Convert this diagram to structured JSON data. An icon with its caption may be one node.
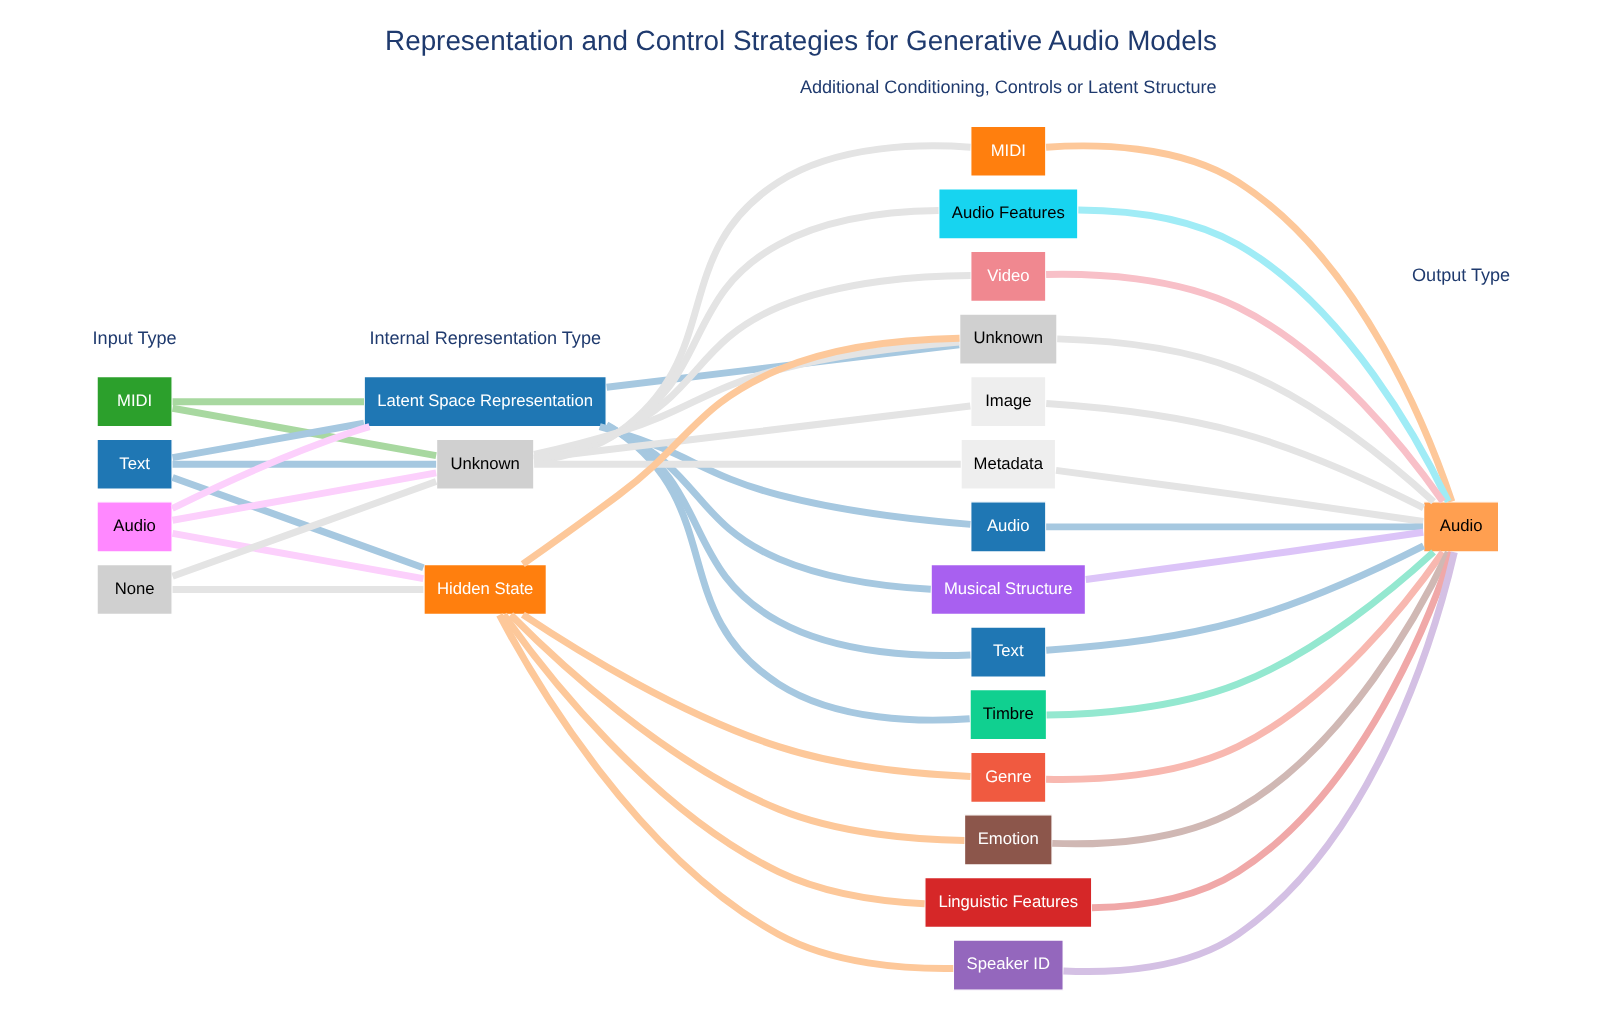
{
  "diagram": {
    "title": "Representation and Control Strategies for Generative Audio Models",
    "nodes": [
      {
        "text": [
          "MIDI"
        ]
      },
      {
        "text": [
          "Text"
        ]
      },
      {
        "text": [
          "Audio"
        ]
      },
      {
        "text": [
          "None"
        ]
      },
      {
        "text": [
          "Latent Space Representation"
        ]
      },
      {
        "text": [
          "Unknown"
        ]
      },
      {
        "text": [
          "Hidden State"
        ]
      },
      {
        "text": [
          "MIDI"
        ]
      },
      {
        "text": [
          "Audio Features"
        ]
      },
      {
        "text": [
          "Video"
        ]
      },
      {
        "text": [
          "Unknown"
        ]
      },
      {
        "text": [
          "Image"
        ]
      },
      {
        "text": [
          "Metadata"
        ]
      },
      {
        "text": [
          "Audio"
        ]
      },
      {
        "text": [
          "Musical Structure"
        ]
      },
      {
        "text": [
          "Text"
        ]
      },
      {
        "text": [
          "Timbre"
        ]
      },
      {
        "text": [
          "Genre"
        ]
      },
      {
        "text": [
          "Emotion"
        ]
      },
      {
        "text": [
          "Linguistic Features"
        ]
      },
      {
        "text": [
          "Speaker ID"
        ]
      },
      {
        "text": [
          "Audio"
        ]
      }
    ],
    "edges": [
      {
        "from": 0,
        "to": 4,
        "arrow": "none",
        "color": "#a8d8a0"
      },
      {
        "from": 0,
        "to": 5,
        "arrow": "none",
        "color": "#a8d8a0"
      },
      {
        "from": 1,
        "to": 4,
        "arrow": "none",
        "color": "#a6c8e0"
      },
      {
        "from": 1,
        "to": 5,
        "arrow": "none",
        "color": "#a6c8e0"
      },
      {
        "from": 1,
        "to": 6,
        "arrow": "none",
        "color": "#a6c8e0"
      },
      {
        "from": 2,
        "to": 4,
        "arrow": "none",
        "color": "#fcd0fc"
      },
      {
        "from": 2,
        "to": 5,
        "arrow": "none",
        "color": "#fcd0fc"
      },
      {
        "from": 2,
        "to": 6,
        "arrow": "none",
        "color": "#fcd0fc"
      },
      {
        "from": 3,
        "to": 5,
        "arrow": "none",
        "color": "#e4e4e4"
      },
      {
        "from": 3,
        "to": 6,
        "arrow": "none",
        "color": "#e4e4e4"
      },
      {
        "from": 5,
        "to": 7,
        "arrow": "none",
        "color": "#e4e4e4"
      },
      {
        "from": 5,
        "to": 8,
        "arrow": "none",
        "color": "#e4e4e4"
      },
      {
        "from": 5,
        "to": 9,
        "arrow": "none",
        "color": "#e4e4e4"
      },
      {
        "from": 5,
        "to": 10,
        "arrow": "none",
        "color": "#e4e4e4"
      },
      {
        "from": 5,
        "to": 11,
        "arrow": "none",
        "color": "#e4e4e4"
      },
      {
        "from": 5,
        "to": 12,
        "arrow": "none",
        "color": "#e4e4e4"
      },
      {
        "from": 4,
        "to": 10,
        "arrow": "none",
        "color": "#a6c8e0"
      },
      {
        "from": 4,
        "to": 13,
        "arrow": "none",
        "color": "#a6c8e0"
      },
      {
        "from": 4,
        "to": 14,
        "arrow": "none",
        "color": "#a6c8e0"
      },
      {
        "from": 4,
        "to": 15,
        "arrow": "none",
        "color": "#a6c8e0"
      },
      {
        "from": 4,
        "to": 16,
        "arrow": "none",
        "color": "#a6c8e0"
      },
      {
        "from": 6,
        "to": 10,
        "arrow": "none",
        "color": "#fdc89a"
      },
      {
        "from": 6,
        "to": 17,
        "arrow": "none",
        "color": "#fdc89a"
      },
      {
        "from": 6,
        "to": 18,
        "arrow": "none",
        "color": "#fdc89a"
      },
      {
        "from": 6,
        "to": 19,
        "arrow": "none",
        "color": "#fdc89a"
      },
      {
        "from": 6,
        "to": 20,
        "arrow": "none",
        "color": "#fdc89a"
      },
      {
        "from": 7,
        "to": 21,
        "arrow": "none",
        "color": "#fdc89a"
      },
      {
        "from": 8,
        "to": 21,
        "arrow": "none",
        "color": "#a0ecf6"
      },
      {
        "from": 9,
        "to": 21,
        "arrow": "none",
        "color": "#f8c0c8"
      },
      {
        "from": 10,
        "to": 21,
        "arrow": "none",
        "color": "#e4e4e4"
      },
      {
        "from": 11,
        "to": 21,
        "arrow": "none",
        "color": "#e4e4e4"
      },
      {
        "from": 12,
        "to": 21,
        "arrow": "none",
        "color": "#e4e4e4"
      },
      {
        "from": 13,
        "to": 21,
        "arrow": "none",
        "color": "#a6c8e0"
      },
      {
        "from": 14,
        "to": 21,
        "arrow": "none",
        "color": "#dcc4f8"
      },
      {
        "from": 15,
        "to": 21,
        "arrow": "none",
        "color": "#a6c8e0"
      },
      {
        "from": 16,
        "to": 21,
        "arrow": "none",
        "color": "#94e8d0"
      },
      {
        "from": 17,
        "to": 21,
        "arrow": "none",
        "color": "#f8b8b0"
      },
      {
        "from": 18,
        "to": 21,
        "arrow": "none",
        "color": "#d0b8b4"
      },
      {
        "from": 19,
        "to": 21,
        "arrow": "none",
        "color": "#f0a8a8"
      },
      {
        "from": 20,
        "to": 21,
        "arrow": "none",
        "color": "#d4c0e4"
      }
    ],
    "labels": [
      "Input Type",
      "Internal Representation Type",
      "Additional Conditioning, Controls or Latent Structure",
      "Output Type"
    ]
  }
}
